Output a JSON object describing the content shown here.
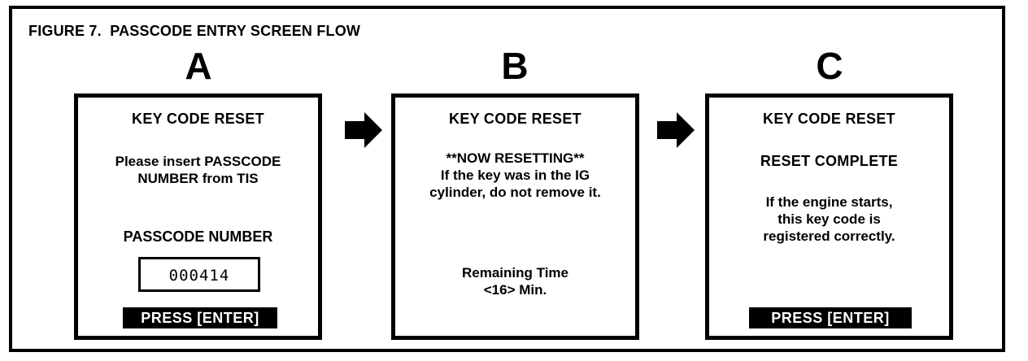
{
  "figure": {
    "title": "FIGURE 7.  PASSCODE ENTRY SCREEN FLOW",
    "frame_color": "#000000",
    "background_color": "#ffffff"
  },
  "flow": {
    "arrow_icon_name": "right-arrow-icon",
    "arrows": [
      {
        "label": "arrow-a-to-b"
      },
      {
        "label": "arrow-b-to-c"
      }
    ]
  },
  "steps": [
    {
      "letter": "A",
      "screen": {
        "heading": "KEY CODE RESET",
        "prompt": "Please insert PASSCODE\nNUMBER from TIS",
        "field_label": "PASSCODE NUMBER",
        "field_value": "000414",
        "button_label": "PRESS [ENTER]"
      }
    },
    {
      "letter": "B",
      "screen": {
        "heading": "KEY CODE RESET",
        "body": "**NOW RESETTING**\nIf the key was in the IG\ncylinder, do not remove it.",
        "timer": "Remaining Time\n<16> Min.",
        "remaining_minutes": "16"
      }
    },
    {
      "letter": "C",
      "screen": {
        "heading": "KEY CODE RESET",
        "status": "RESET COMPLETE",
        "body": "If the engine starts,\nthis key code is\nregistered correctly.",
        "button_label": "PRESS [ENTER]"
      }
    }
  ]
}
